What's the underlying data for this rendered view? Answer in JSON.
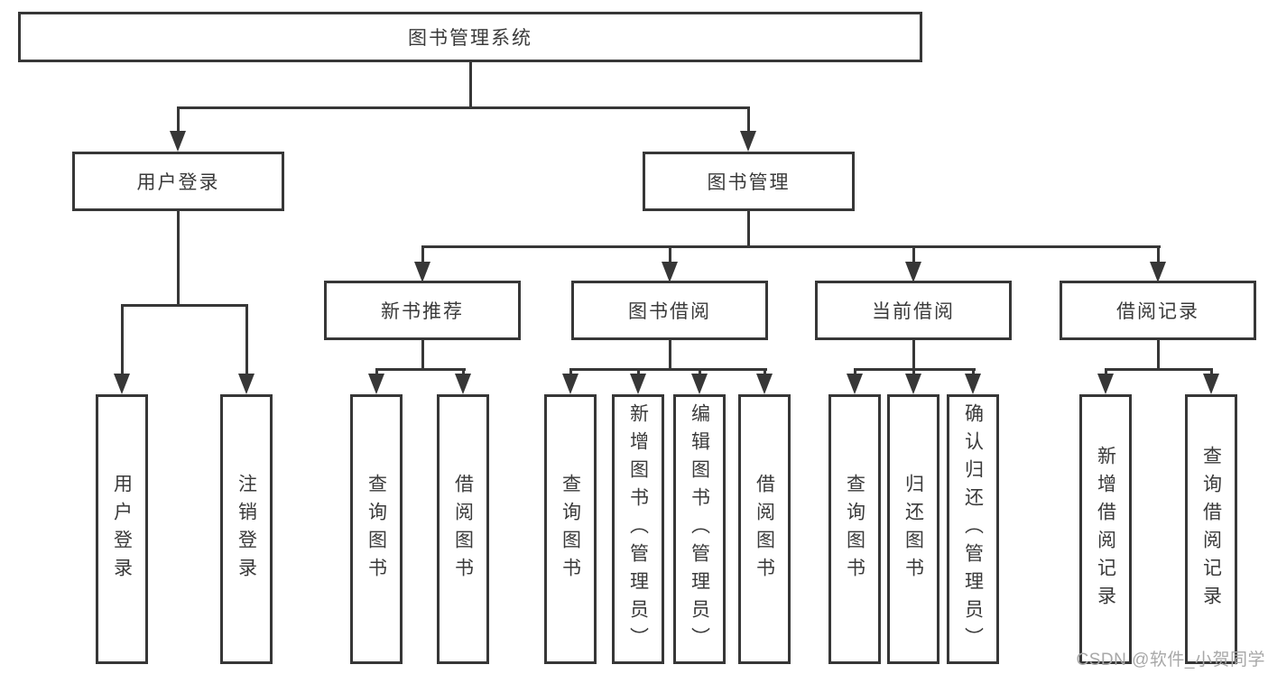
{
  "diagram": {
    "nodes": {
      "root": "图书管理系统",
      "user_login": "用户登录",
      "book_management": "图书管理",
      "new_book_recommendation": "新书推荐",
      "book_borrowing": "图书借阅",
      "current_borrowing": "当前借阅",
      "borrowing_records": "借阅记录",
      "leaf_user_login": "用户登录",
      "leaf_logout": "注销登录",
      "leaf_nb_query_books": "查询图书",
      "leaf_nb_borrow_books": "借阅图书",
      "leaf_bb_query_books": "查询图书",
      "leaf_bb_add_books_admin": "新增图书（管理员）",
      "leaf_bb_edit_books_admin": "编辑图书（管理员）",
      "leaf_bb_borrow_books": "借阅图书",
      "leaf_cb_query_books": "查询图书",
      "leaf_cb_return_books": "归还图书",
      "leaf_cb_confirm_return_admin": "确认归还（管理员）",
      "leaf_br_add_record": "新增借阅记录",
      "leaf_br_query_record": "查询借阅记录"
    },
    "hierarchy": {
      "图书管理系统": {
        "用户登录": [
          "用户登录",
          "注销登录"
        ],
        "图书管理": {
          "新书推荐": [
            "查询图书",
            "借阅图书"
          ],
          "图书借阅": [
            "查询图书",
            "新增图书（管理员）",
            "编辑图书（管理员）",
            "借阅图书"
          ],
          "当前借阅": [
            "查询图书",
            "归还图书",
            "确认归还（管理员）"
          ],
          "借阅记录": [
            "新增借阅记录",
            "查询借阅记录"
          ]
        }
      }
    },
    "watermark": "CSDN @软件_小贺同学",
    "colors": {
      "line": "#373737",
      "text": "#3a3a3a",
      "background": "#ffffff",
      "watermark": "#a8a8a8"
    }
  }
}
